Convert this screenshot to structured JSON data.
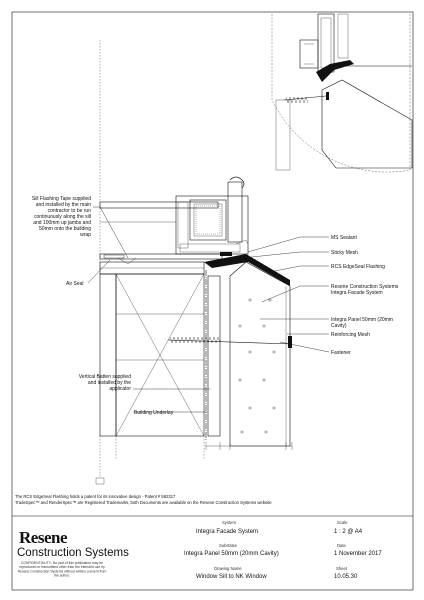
{
  "labels": {
    "sill_flashing_tape": [
      "Sill Flashing Tape supplied",
      "and installed by the main",
      "contractor to be run",
      "continuously along the sill",
      "and 100mm up jambs and",
      "50mm onto the building",
      "wrap"
    ],
    "air_seal": "Air Seal",
    "vertical_batten": [
      "Vertical Batten supplied",
      "and installed by the",
      "applicator"
    ],
    "building_underlay": "Building Underlay",
    "ms_sealant": "MS Sealant",
    "sticky_mesh": "Sticky Mesh",
    "rcs_edgeseal_flashing": "RCS EdgeSeal Flashing",
    "resene_systems": [
      "Resene Construction Systems",
      "Integra Facade System"
    ],
    "integra_panel": [
      "Integra Panel 50mm (20mm",
      "Cavity)"
    ],
    "reinforcing_mesh": "Reinforcing Mesh",
    "fastener": "Fastener"
  },
  "footnotes": [
    "The RCS EdgeSeal Flashing holds a patent for its innovative design - Patent # 582317",
    "TradeSpec™ and RenderSpec™ are Registered Trademarks, both Documents are available on the Resene Construction Systems website"
  ],
  "title_block": {
    "logo_line1": "Resene",
    "logo_line2": "Construction Systems",
    "confidentiality": [
      "CONFIDENTIALITY: No part of this publication may be",
      "reproduced or transmitted other than the intended use by",
      "Resene Construction Systems without written consent from",
      "the author."
    ],
    "system_caption": "System",
    "system_value": "Integra Facade System",
    "substrate_caption": "Substrate",
    "substrate_value": "Integra Panel 50mm (20mm Cavity)",
    "drawing_name_caption": "Drawing Name",
    "drawing_name_value": "Window Sill to NK Window",
    "scale_caption": "Scale",
    "scale_value": "1 : 2 @ A4",
    "date_caption": "Date",
    "date_value": "1 November 2017",
    "sheet_caption": "Sheet",
    "sheet_value": "10.05.30"
  },
  "colors": {
    "line": "#111111",
    "logo_teal": "#1f4e5a"
  }
}
